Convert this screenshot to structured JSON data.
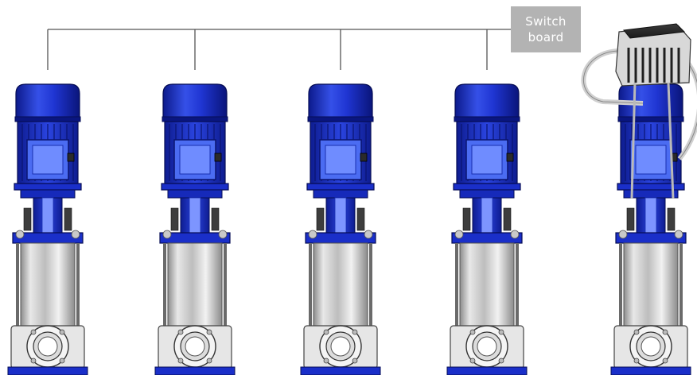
{
  "switchboard": {
    "line1": "Switch",
    "line2": "board"
  },
  "pumps": [
    {
      "id": "pump-1",
      "has_frequency_drive": false,
      "connected_to_switchboard": true
    },
    {
      "id": "pump-2",
      "has_frequency_drive": false,
      "connected_to_switchboard": true
    },
    {
      "id": "pump-3",
      "has_frequency_drive": false,
      "connected_to_switchboard": true
    },
    {
      "id": "pump-4",
      "has_frequency_drive": false,
      "connected_to_switchboard": true
    },
    {
      "id": "pump-5",
      "has_frequency_drive": true,
      "connected_to_switchboard": false
    }
  ],
  "colors": {
    "motor_blue": "#1a2fc9",
    "motor_dark": "#0d1a8a",
    "motor_light": "#5a78f0",
    "steel": "#d7d7d7",
    "label_bg": "#b3b3b3",
    "wire": "#555555"
  }
}
